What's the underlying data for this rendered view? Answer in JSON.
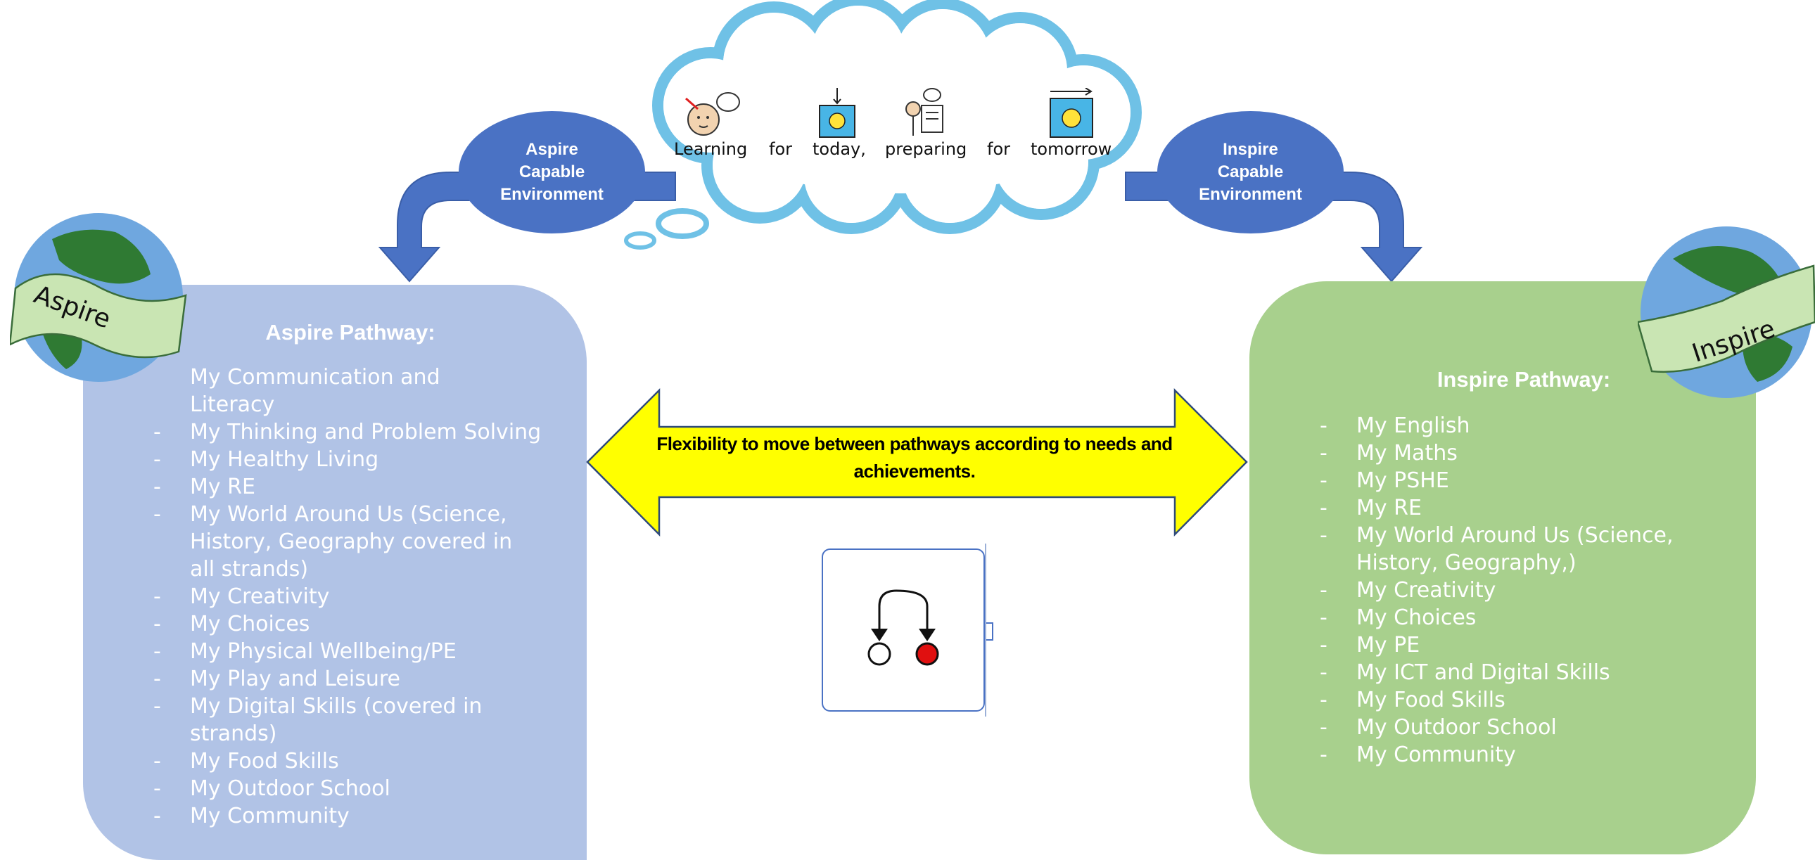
{
  "cloud": {
    "words": [
      "Learning",
      "for",
      "today,",
      "preparing",
      "for",
      "tomorrow"
    ]
  },
  "bubbles": {
    "left": [
      "Aspire",
      "Capable",
      "Environment"
    ],
    "right": [
      "Inspire",
      "Capable",
      "Environment"
    ]
  },
  "globes": {
    "left_label": "Aspire",
    "right_label": "Inspire"
  },
  "flexibility": {
    "text_line1": "Flexibility to move between pathways according to needs and",
    "text_line2": "achievements."
  },
  "aspire": {
    "title": "Aspire Pathway:",
    "items": [
      "My Communication and",
      "Literacy",
      "My Thinking and Problem Solving",
      "My Healthy Living",
      "My RE",
      "My World Around Us (Science,",
      "History, Geography covered in",
      "all strands)",
      "My Creativity",
      "My Choices",
      "My Physical Wellbeing/PE",
      "My Play and Leisure",
      "My Digital Skills (covered in",
      "strands)",
      "My Food Skills",
      "My Outdoor School",
      "My Community"
    ]
  },
  "inspire": {
    "title": "Inspire Pathway:",
    "items": [
      "My English",
      "My Maths",
      "My PSHE",
      "My RE",
      "My World Around Us (Science,",
      "History, Geography,)",
      "My Creativity",
      "My Choices",
      "My PE",
      "My ICT and Digital Skills",
      "My Food Skills",
      "My Outdoor School",
      "My Community"
    ]
  },
  "colors": {
    "aspire_panel": "#b1c3e6",
    "inspire_panel": "#a8d08d",
    "bubble_blue": "#4a72c4",
    "arrow_yellow": "#ffff00",
    "cloud_outline": "#6fc1e6"
  }
}
